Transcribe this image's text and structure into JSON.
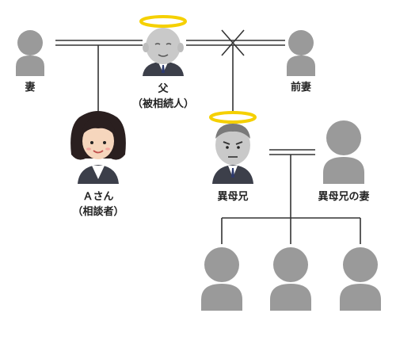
{
  "people": {
    "wife": {
      "name": "妻"
    },
    "father": {
      "name": "父",
      "role": "（被相続人）"
    },
    "ex_wife": {
      "name": "前妻"
    },
    "person_a": {
      "name": "Ａさん",
      "role": "（相談者）"
    },
    "half_brother": {
      "name": "異母兄"
    },
    "half_brother_wife": {
      "name": "異母兄の妻"
    }
  },
  "colors": {
    "silhouette": "#9a9a9a",
    "line": "#333333",
    "halo": "#f5d000",
    "suit": "#3c3f4a",
    "skin": "#f6d6bd",
    "hair_dark": "#2a1f1f"
  }
}
